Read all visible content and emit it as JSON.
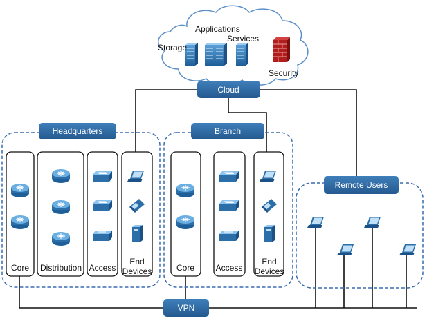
{
  "cloud": {
    "label": "Cloud",
    "services": {
      "applications": "Applications",
      "services": "Services",
      "storage": "Storage",
      "security": "Security"
    }
  },
  "headquarters": {
    "label": "Headquarters",
    "columns": {
      "core": "Core",
      "distribution": "Distribution",
      "access": "Access",
      "end_devices_line1": "End",
      "end_devices_line2": "Devices"
    }
  },
  "branch": {
    "label": "Branch",
    "columns": {
      "core": "Core",
      "access": "Access",
      "end_devices_line1": "End",
      "end_devices_line2": "Devices"
    }
  },
  "remote_users": {
    "label": "Remote Users"
  },
  "vpn": {
    "label": "VPN"
  },
  "colors": {
    "accent": "#2e6ca4",
    "dashed": "#3a6db0",
    "cloud_fill": "#ffffff",
    "cloud_stroke": "#5b8fc8"
  }
}
